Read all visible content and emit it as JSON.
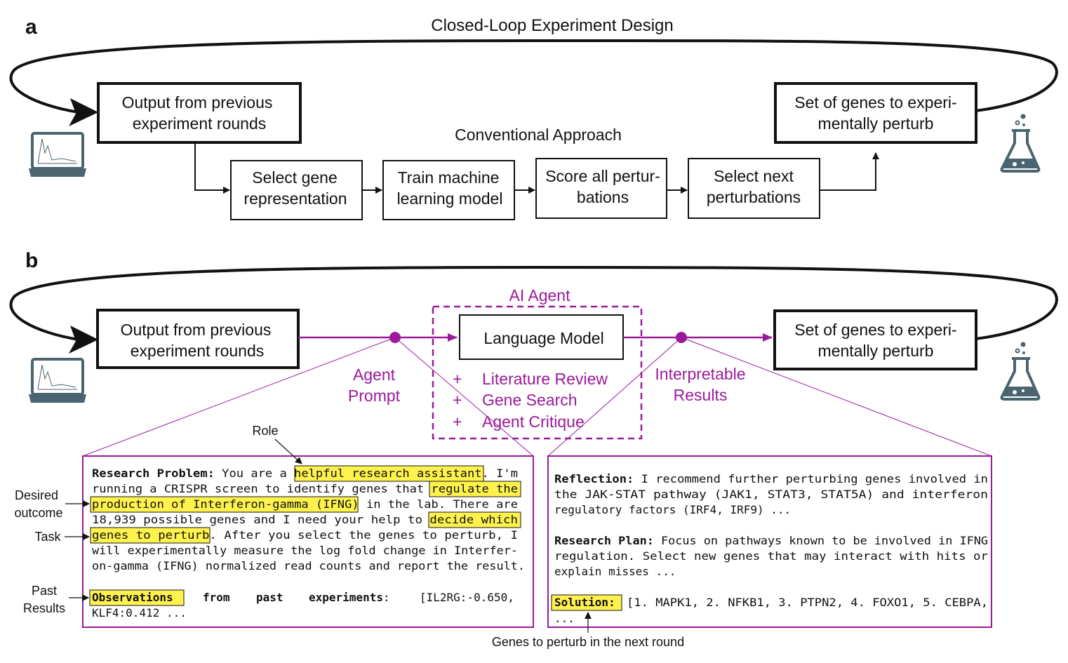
{
  "panel_a": {
    "label": "a",
    "title": "Closed-Loop Experiment Design",
    "output_box": [
      "Output from previous",
      "experiment rounds"
    ],
    "set_box": [
      "Set of genes to experi-",
      "mentally perturb"
    ],
    "conventional_label": "Conventional Approach",
    "steps": [
      [
        "Select gene",
        "representation"
      ],
      [
        "Train machine",
        "learning model"
      ],
      [
        "Score all pertur-",
        "bations"
      ],
      [
        "Select next",
        "perturbations"
      ]
    ]
  },
  "panel_b": {
    "label": "b",
    "output_box": [
      "Output from previous",
      "experiment rounds"
    ],
    "set_box": [
      "Set of genes to experi-",
      "mentally perturb"
    ],
    "agent_title": "AI Agent",
    "language_model": "Language Model",
    "tools": [
      "Literature Review",
      "Gene Search",
      "Agent Critique"
    ],
    "plus": "+",
    "agent_prompt": [
      "Agent",
      "Prompt"
    ],
    "interpretable": [
      "Interpretable",
      "Results"
    ],
    "annotations": {
      "role": "Role",
      "desired_outcome": [
        "Desired",
        "outcome"
      ],
      "task": "Task",
      "past_results": [
        "Past",
        "Results"
      ],
      "genes_next": "Genes to perturb in the next round"
    },
    "prompt_box": {
      "line1": {
        "bold": "Research Problem:",
        "pre": " You are a ",
        "hl": "helpful research assistant",
        "post": ". I'm"
      },
      "line2": {
        "pre": "running a CRISPR screen to identify genes that ",
        "hl": "regulate the"
      },
      "line3": {
        "hl": "production of Interferon-gamma (IFNG)",
        "post": " in the lab. There are"
      },
      "line4": {
        "pre": "18,939 possible genes and I need your help to ",
        "hl": "decide which"
      },
      "line5": {
        "hl": "genes to perturb",
        "post": ". After you select the genes to perturb, I"
      },
      "line6": "will experimentally measure the log fold change in Interfer-",
      "line7": "on-gamma (IFNG) normalized read counts and report the result.",
      "line8": {
        "hl": "Observations",
        "w1": "from",
        "w2": "past",
        "w3": "experiments",
        "colon": ":",
        "post": "[IL2RG:-0.650,"
      },
      "line9": "KLF4:0.412 ..."
    },
    "results_box": {
      "reflection_label": "Reflection:",
      "reflection": [
        " I recommend further perturbing genes involved in",
        "the JAK-STAT pathway (JAK1, STAT3, STAT5A) and interferon",
        "regulatory factors (IRF4, IRF9) ..."
      ],
      "plan_label": "Research Plan:",
      "plan": [
        " Focus on pathways known to be involved in IFNG",
        "regulation. Select new genes that may interact with hits or",
        "explain misses ..."
      ],
      "solution_label": "Solution:",
      "solution": [
        "[1. MAPK1, 2. NFKB1, 3. PTPN2, 4. FOXO1, 5. CEBPA,",
        "..."
      ]
    }
  },
  "colors": {
    "purple": "#9b1a9b",
    "highlight": "#fff24d",
    "black": "#111111",
    "icon": "#4a6470"
  },
  "icons": [
    "laptop-icon",
    "flask-icon"
  ]
}
